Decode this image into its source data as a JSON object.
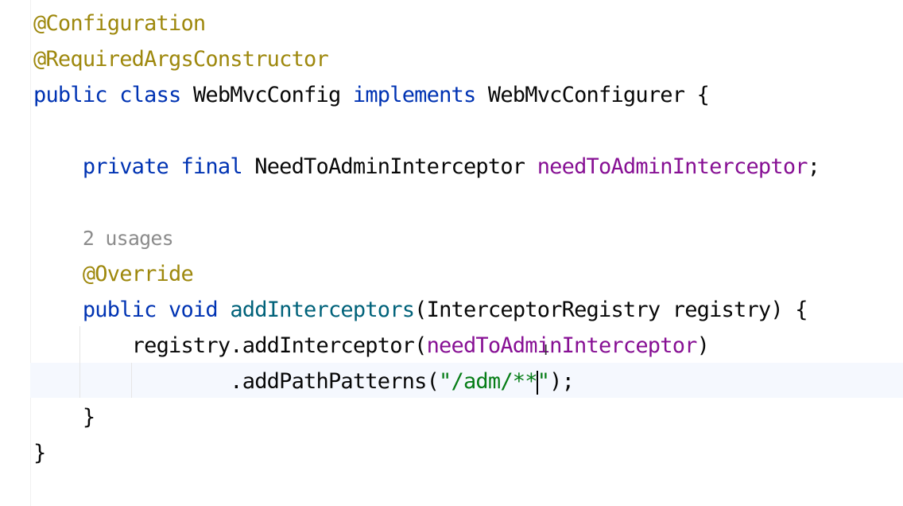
{
  "editor": {
    "lines": [
      {
        "indent": "",
        "tokens": [
          {
            "t": "@Configuration",
            "c": "ann"
          }
        ]
      },
      {
        "indent": "",
        "tokens": [
          {
            "t": "@RequiredArgsConstructor",
            "c": "ann"
          }
        ]
      },
      {
        "indent": "",
        "tokens": [
          {
            "t": "public",
            "c": "kw"
          },
          {
            "t": " ",
            "c": ""
          },
          {
            "t": "class",
            "c": "kw"
          },
          {
            "t": " WebMvcConfig ",
            "c": ""
          },
          {
            "t": "implements",
            "c": "kw"
          },
          {
            "t": " WebMvcConfigurer {",
            "c": ""
          }
        ]
      },
      {
        "indent": "",
        "tokens": []
      },
      {
        "indent": "    ",
        "tokens": [
          {
            "t": "private",
            "c": "kw"
          },
          {
            "t": " ",
            "c": ""
          },
          {
            "t": "final",
            "c": "kw"
          },
          {
            "t": " NeedToAdminInterceptor ",
            "c": ""
          },
          {
            "t": "needToAdminInterceptor",
            "c": "fld"
          },
          {
            "t": ";",
            "c": ""
          }
        ]
      },
      {
        "indent": "",
        "tokens": []
      },
      {
        "indent": "    ",
        "tokens": [
          {
            "t": "2 usages",
            "c": "hint"
          }
        ]
      },
      {
        "indent": "    ",
        "tokens": [
          {
            "t": "@Override",
            "c": "ann"
          }
        ]
      },
      {
        "indent": "    ",
        "tokens": [
          {
            "t": "public",
            "c": "kw"
          },
          {
            "t": " ",
            "c": ""
          },
          {
            "t": "void",
            "c": "kw"
          },
          {
            "t": " ",
            "c": ""
          },
          {
            "t": "addInterceptors",
            "c": "mth"
          },
          {
            "t": "(InterceptorRegistry registry) {",
            "c": ""
          }
        ]
      },
      {
        "indent": "        ",
        "tokens": [
          {
            "t": "registry.addInterceptor(",
            "c": ""
          },
          {
            "t": "needToAdminInterceptor",
            "c": "fld"
          },
          {
            "t": ")",
            "c": ""
          }
        ]
      },
      {
        "indent": "                ",
        "tokens": [
          {
            "t": ".addPathPatterns(",
            "c": ""
          },
          {
            "t": "\"/adm/**",
            "c": "str"
          },
          {
            "t": "|caret|",
            "c": "caret"
          },
          {
            "t": "\"",
            "c": "str"
          },
          {
            "t": ");",
            "c": ""
          }
        ]
      },
      {
        "indent": "    ",
        "tokens": [
          {
            "t": "}",
            "c": ""
          }
        ]
      },
      {
        "indent": "",
        "tokens": [
          {
            "t": "}",
            "c": ""
          }
        ]
      }
    ]
  },
  "cursor": {
    "glyph": "I"
  }
}
